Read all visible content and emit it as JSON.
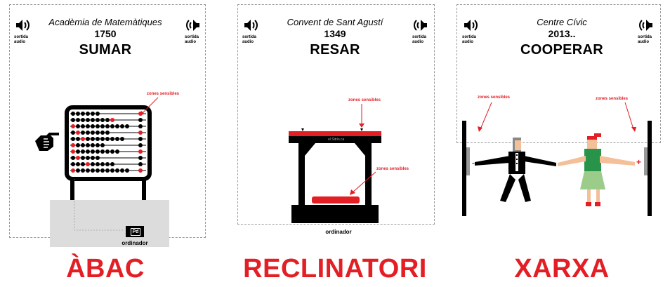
{
  "panels": [
    {
      "place": "Acadèmia de Matemàtiques",
      "year": "1750",
      "verb": "SUMAR",
      "title": "ÀBAC",
      "zones": "zones sensibles",
      "computer": "ordinador"
    },
    {
      "place": "Convent de Sant Agustí",
      "year": "1349",
      "verb": "RESAR",
      "title": "RECLINATORI",
      "zones": "zones sensibles",
      "computer": "ordinador",
      "plate": "el Sitrio.ca"
    },
    {
      "place": "Centre Cívic",
      "year": "2013..",
      "verb": "COOPERAR",
      "title": "XARXA",
      "zones": "zones sensibles",
      "minus": "-",
      "plus": "+"
    }
  ],
  "speaker": {
    "line1": "sortida",
    "line2": "audio"
  },
  "colors": {
    "accent": "#e31e24",
    "black": "#000000",
    "grey_box": "#dcdcdc",
    "green": "#27944a",
    "skin": "#f4c09a"
  }
}
